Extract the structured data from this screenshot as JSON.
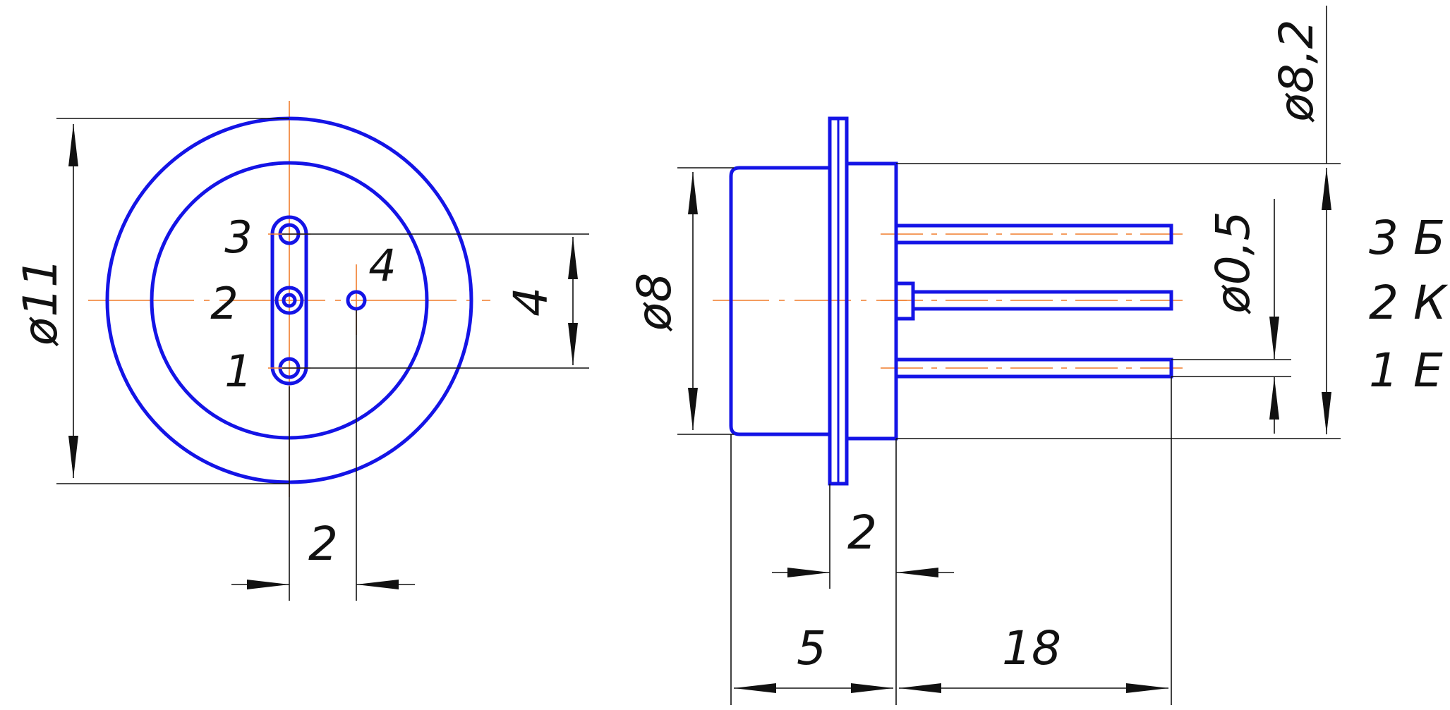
{
  "colors": {
    "outline": "#1414e6",
    "centerline": "#f07c2a",
    "dimension": "#111111"
  },
  "front_view": {
    "pin_labels": [
      "3",
      "2",
      "1",
      "4"
    ],
    "dim_diameter": "ø11",
    "dim_height": "4",
    "dim_spacing": "2"
  },
  "side_view": {
    "dim_body_diameter": "ø8",
    "dim_flange_diameter": "ø8,2",
    "dim_lead_diameter": "ø0,5",
    "dim_flange_width": "2",
    "dim_body_length": "5",
    "dim_lead_length": "18",
    "pin_legend": [
      "3 Б",
      "2 К",
      "1 Е"
    ]
  }
}
